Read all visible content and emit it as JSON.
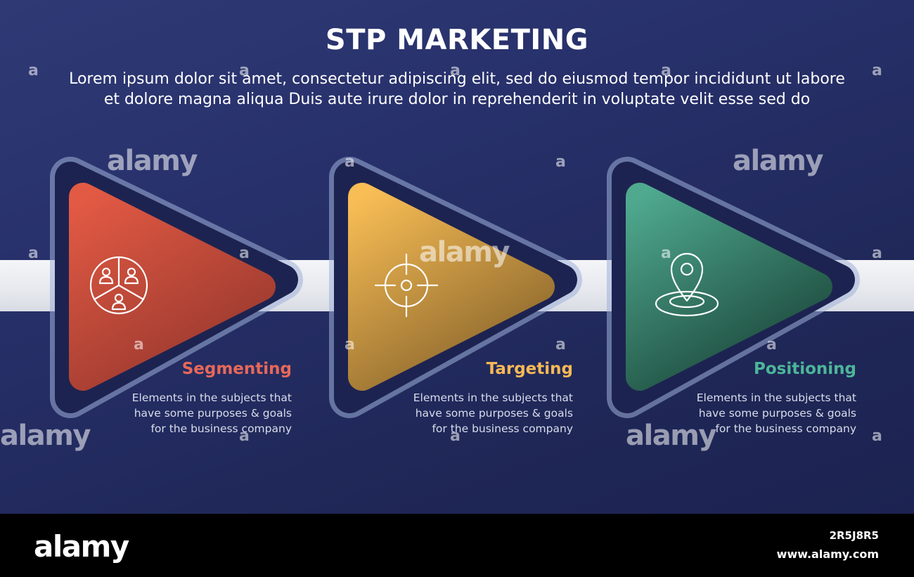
{
  "header": {
    "title": "STP MARKETING",
    "subtitle_line1": "Lorem ipsum dolor sit amet, consectetur adipiscing elit, sed do eiusmod tempor incididunt ut labore",
    "subtitle_line2": "et dolore magna aliqua Duis aute irure dolor in reprehenderit in voluptate velit esse sed do"
  },
  "steps": [
    {
      "title": "Segmenting",
      "desc_line1": "Elements in the subjects that",
      "desc_line2": "have  some purposes & goals",
      "desc_line3": "for the  business company",
      "icon": "segmentation-people-icon",
      "color_top": "#e35a44",
      "color_bottom": "#9c3a2f",
      "label_color": "#e8685a"
    },
    {
      "title": "Targeting",
      "desc_line1": "Elements in the subjects that",
      "desc_line2": "have  some purposes & goals",
      "desc_line3": "for the  business company",
      "icon": "crosshair-target-icon",
      "color_top": "#f8bd55",
      "color_bottom": "#8f6a2e",
      "label_color": "#f7b955"
    },
    {
      "title": "Positioning",
      "desc_line1": "Elements in the subjects that",
      "desc_line2": "have  some purposes & goals",
      "desc_line3": "for the  business company",
      "icon": "map-pin-icon",
      "color_top": "#4fa98e",
      "color_bottom": "#1e4c3f",
      "label_color": "#4db699"
    }
  ],
  "watermark": {
    "text": "alamy",
    "letter": "a",
    "stock_id": "2R5J8R5",
    "url": "www.alamy.com"
  },
  "colors": {
    "background": "#27306a",
    "outline": "#1d2350",
    "band": "#e6e8ee"
  }
}
